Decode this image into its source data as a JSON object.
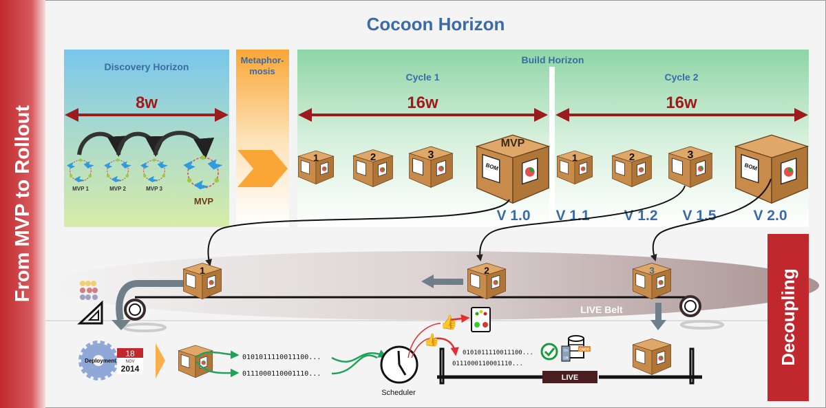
{
  "title": "Cocoon Horizon",
  "side_label": "From MVP to Rollout",
  "right_label": "Decoupling",
  "discovery": {
    "title": "Discovery Horizon",
    "duration": "8w",
    "mvps": [
      "MVP 1",
      "MVP 2",
      "MVP 3"
    ],
    "final_mvp": "MVP"
  },
  "metamorphosis": {
    "title_line1": "Metaphor-",
    "title_line2": "mosis"
  },
  "build": {
    "title": "Build Horizon",
    "cycles": [
      {
        "title": "Cycle 1",
        "duration": "16w",
        "versions": [
          "V 1.0"
        ]
      },
      {
        "title": "Cycle 2",
        "duration": "16w",
        "versions": [
          "V 1.1",
          "V 1.2",
          "V 1.5",
          "V 2.0"
        ]
      }
    ],
    "box_numbers": [
      "1",
      "2",
      "3",
      "MVP",
      "1",
      "2",
      "3"
    ],
    "box_label": "BOM"
  },
  "belt": {
    "label": "LIVE Belt",
    "box_numbers": [
      "1",
      "2",
      "3"
    ]
  },
  "deployment": {
    "gear_label": "Deployment",
    "day": "18",
    "month": "NOV",
    "year": "2014",
    "bits1": "0101011110011100...",
    "bits2": "0111000110001110...",
    "scheduler_label": "Scheduler"
  },
  "live": {
    "bits1": "0101011110011100...",
    "bits2": "0111000110001110...",
    "switch_on": "On",
    "switch_off": "Off",
    "cmdb_label": "CMDB",
    "live_label": "LIVE"
  },
  "colors": {
    "title_blue": "#3a6aa8",
    "arrow_red": "#9b1c1c",
    "brand_red": "#c0282d",
    "box_brown": "#c98b4a",
    "live_bar": "#4a1e1e"
  }
}
